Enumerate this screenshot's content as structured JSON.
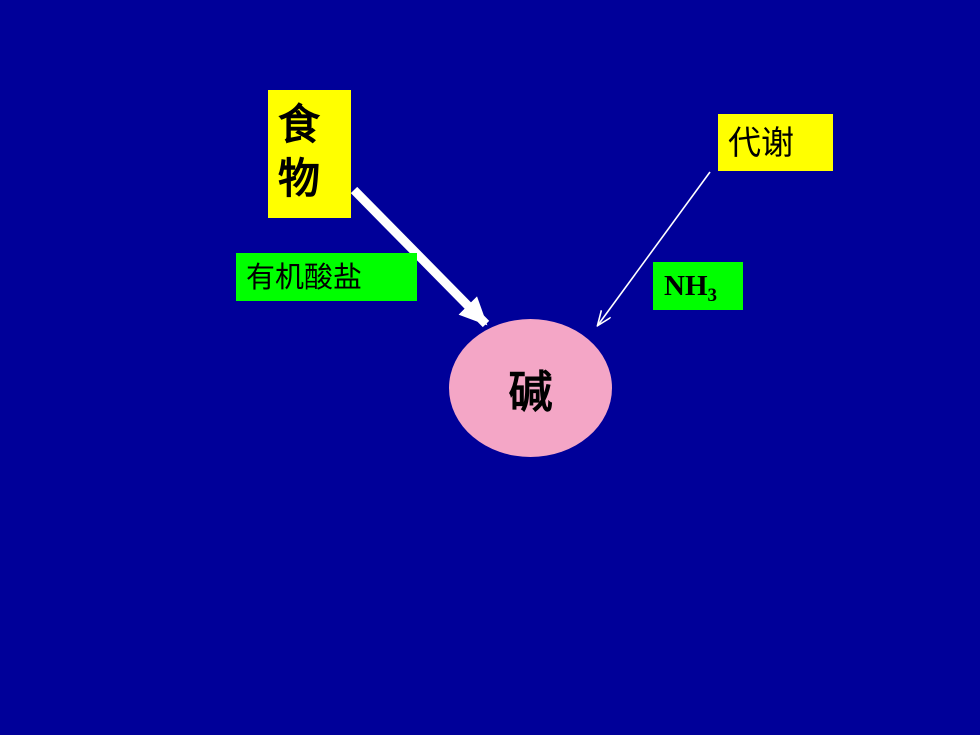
{
  "diagram": {
    "food_line1": "食",
    "food_line2": "物",
    "metabolism": "代谢",
    "organic_acid_salt": "有机酸盐",
    "nh3_base": "NH",
    "nh3_subscript": "3",
    "base": "碱"
  },
  "colors": {
    "background": "#000099",
    "yellow_box": "#ffff00",
    "green_box": "#00ff00",
    "ellipse": "#f4a6c6",
    "arrow": "#ffffff"
  }
}
